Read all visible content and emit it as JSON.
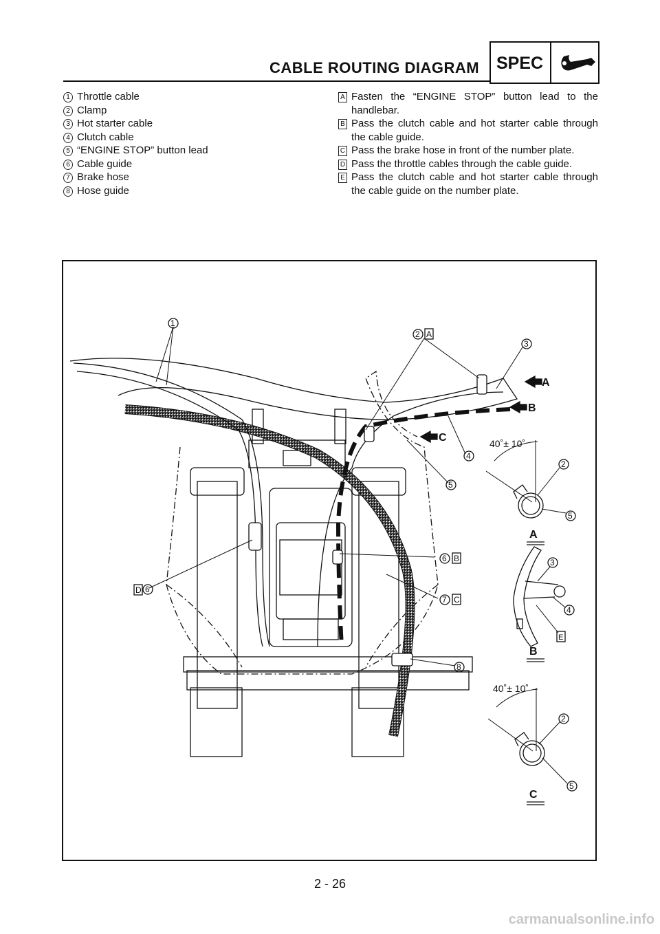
{
  "header": {
    "title": "CABLE ROUTING DIAGRAM",
    "spec_label": "SPEC"
  },
  "parts": [
    {
      "num": "1",
      "label": "Throttle cable"
    },
    {
      "num": "2",
      "label": "Clamp"
    },
    {
      "num": "3",
      "label": "Hot starter cable"
    },
    {
      "num": "4",
      "label": "Clutch cable"
    },
    {
      "num": "5",
      "label": "“ENGINE STOP” button lead"
    },
    {
      "num": "6",
      "label": "Cable guide"
    },
    {
      "num": "7",
      "label": "Brake hose"
    },
    {
      "num": "8",
      "label": "Hose guide"
    }
  ],
  "notes": [
    {
      "letter": "A",
      "text": "Fasten the “ENGINE STOP” button lead to the handlebar."
    },
    {
      "letter": "B",
      "text": "Pass the clutch cable and hot starter cable through the cable guide."
    },
    {
      "letter": "C",
      "text": "Pass the brake hose in front of the number plate."
    },
    {
      "letter": "D",
      "text": "Pass the throttle cables through the cable guide."
    },
    {
      "letter": "E",
      "text": "Pass the clutch cable and hot starter cable through the cable guide on the number plate."
    }
  ],
  "diagram": {
    "callouts": {
      "c1": "1",
      "c2A_num": "2",
      "c2A_let": "A",
      "c3": "3",
      "c4": "4",
      "c5": "5",
      "c6B_num": "6",
      "c6B_let": "B",
      "c7C_num": "7",
      "c7C_let": "C",
      "c8": "8",
      "cD6_let": "D",
      "cD6_num": "6"
    },
    "arrows": {
      "a": "A",
      "b": "B",
      "c": "C"
    },
    "detail_a": {
      "angle": "40˚± 10˚",
      "n2": "2",
      "n5": "5",
      "label": "A"
    },
    "detail_b": {
      "n3": "3",
      "n4": "4",
      "e": "E",
      "label": "B"
    },
    "detail_c": {
      "angle": "40˚± 10˚",
      "n2": "2",
      "n5": "5",
      "label": "C"
    }
  },
  "page_number": "2 - 26",
  "watermark": "carmanualsonline.info"
}
